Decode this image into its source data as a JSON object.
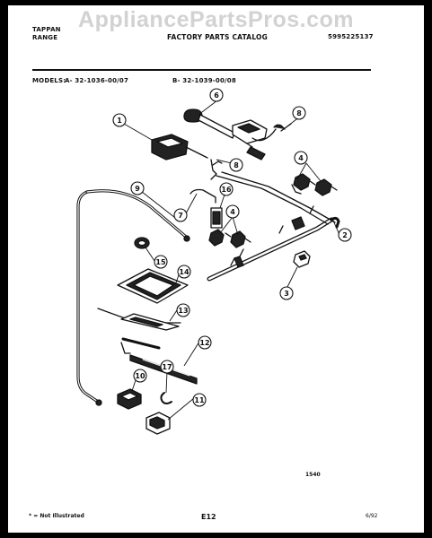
{
  "watermark": "AppliancePartsPros.com",
  "header": {
    "brand_line1": "TAPPAN",
    "brand_line2": "RANGE",
    "catalog_title": "FACTORY PARTS CATALOG",
    "catalog_number": "5995225137"
  },
  "models": {
    "label": "MODELS:",
    "model_a": "A- 32-1036-00/07",
    "model_b": "B- 32-1039-00/08"
  },
  "callouts": [
    "1",
    "2",
    "3",
    "4",
    "4",
    "6",
    "7",
    "8",
    "8",
    "9",
    "10",
    "11",
    "12",
    "13",
    "14",
    "15",
    "16",
    "17"
  ],
  "footer": {
    "not_illustrated": "* = Not Illustrated",
    "page_code": "E12",
    "date": "6/92",
    "figure_number": "1540"
  },
  "colors": {
    "ink": "#111111",
    "paper": "#ffffff",
    "watermark": "#d2d2d2",
    "frame": "#000000"
  }
}
